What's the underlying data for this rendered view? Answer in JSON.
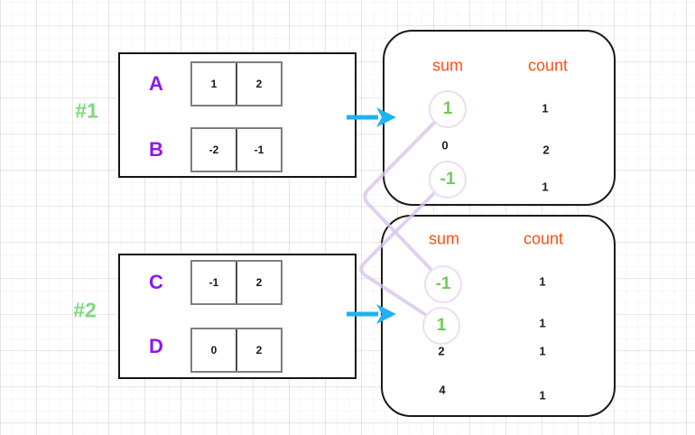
{
  "groups": [
    {
      "label": "#1",
      "arrays": [
        {
          "name": "A",
          "cells": [
            "1",
            "2"
          ]
        },
        {
          "name": "B",
          "cells": [
            "-2",
            "-1"
          ]
        }
      ],
      "table": {
        "sum_header": "sum",
        "count_header": "count",
        "rows": [
          {
            "sum": "1",
            "count": "1",
            "highlighted": true
          },
          {
            "sum": "0",
            "count": "2",
            "highlighted": false
          },
          {
            "sum": "-1",
            "count": "1",
            "highlighted": true
          }
        ]
      }
    },
    {
      "label": "#2",
      "arrays": [
        {
          "name": "C",
          "cells": [
            "-1",
            "2"
          ]
        },
        {
          "name": "D",
          "cells": [
            "0",
            "2"
          ]
        }
      ],
      "table": {
        "sum_header": "sum",
        "count_header": "count",
        "rows": [
          {
            "sum": "-1",
            "count": "1",
            "highlighted": true
          },
          {
            "sum": "1",
            "count": "1",
            "highlighted": true
          },
          {
            "sum": "2",
            "count": "1",
            "highlighted": false
          },
          {
            "sum": "4",
            "count": "1",
            "highlighted": false
          }
        ]
      }
    }
  ],
  "connections": [
    {
      "from": "group1-sum-1",
      "to": "group2-sum--1"
    },
    {
      "from": "group1-sum--1",
      "to": "group2-sum-1"
    }
  ],
  "colors": {
    "group_label_green": "#7fd87f",
    "array_letter_purple": "#8d18f0",
    "header_orange": "#ff4e11",
    "highlight_green": "#6ecc55",
    "arrow_cyan": "#1fb2f0",
    "connector_lavender": "#d9c4eb",
    "circle_border_pink": "#eedcf3"
  }
}
